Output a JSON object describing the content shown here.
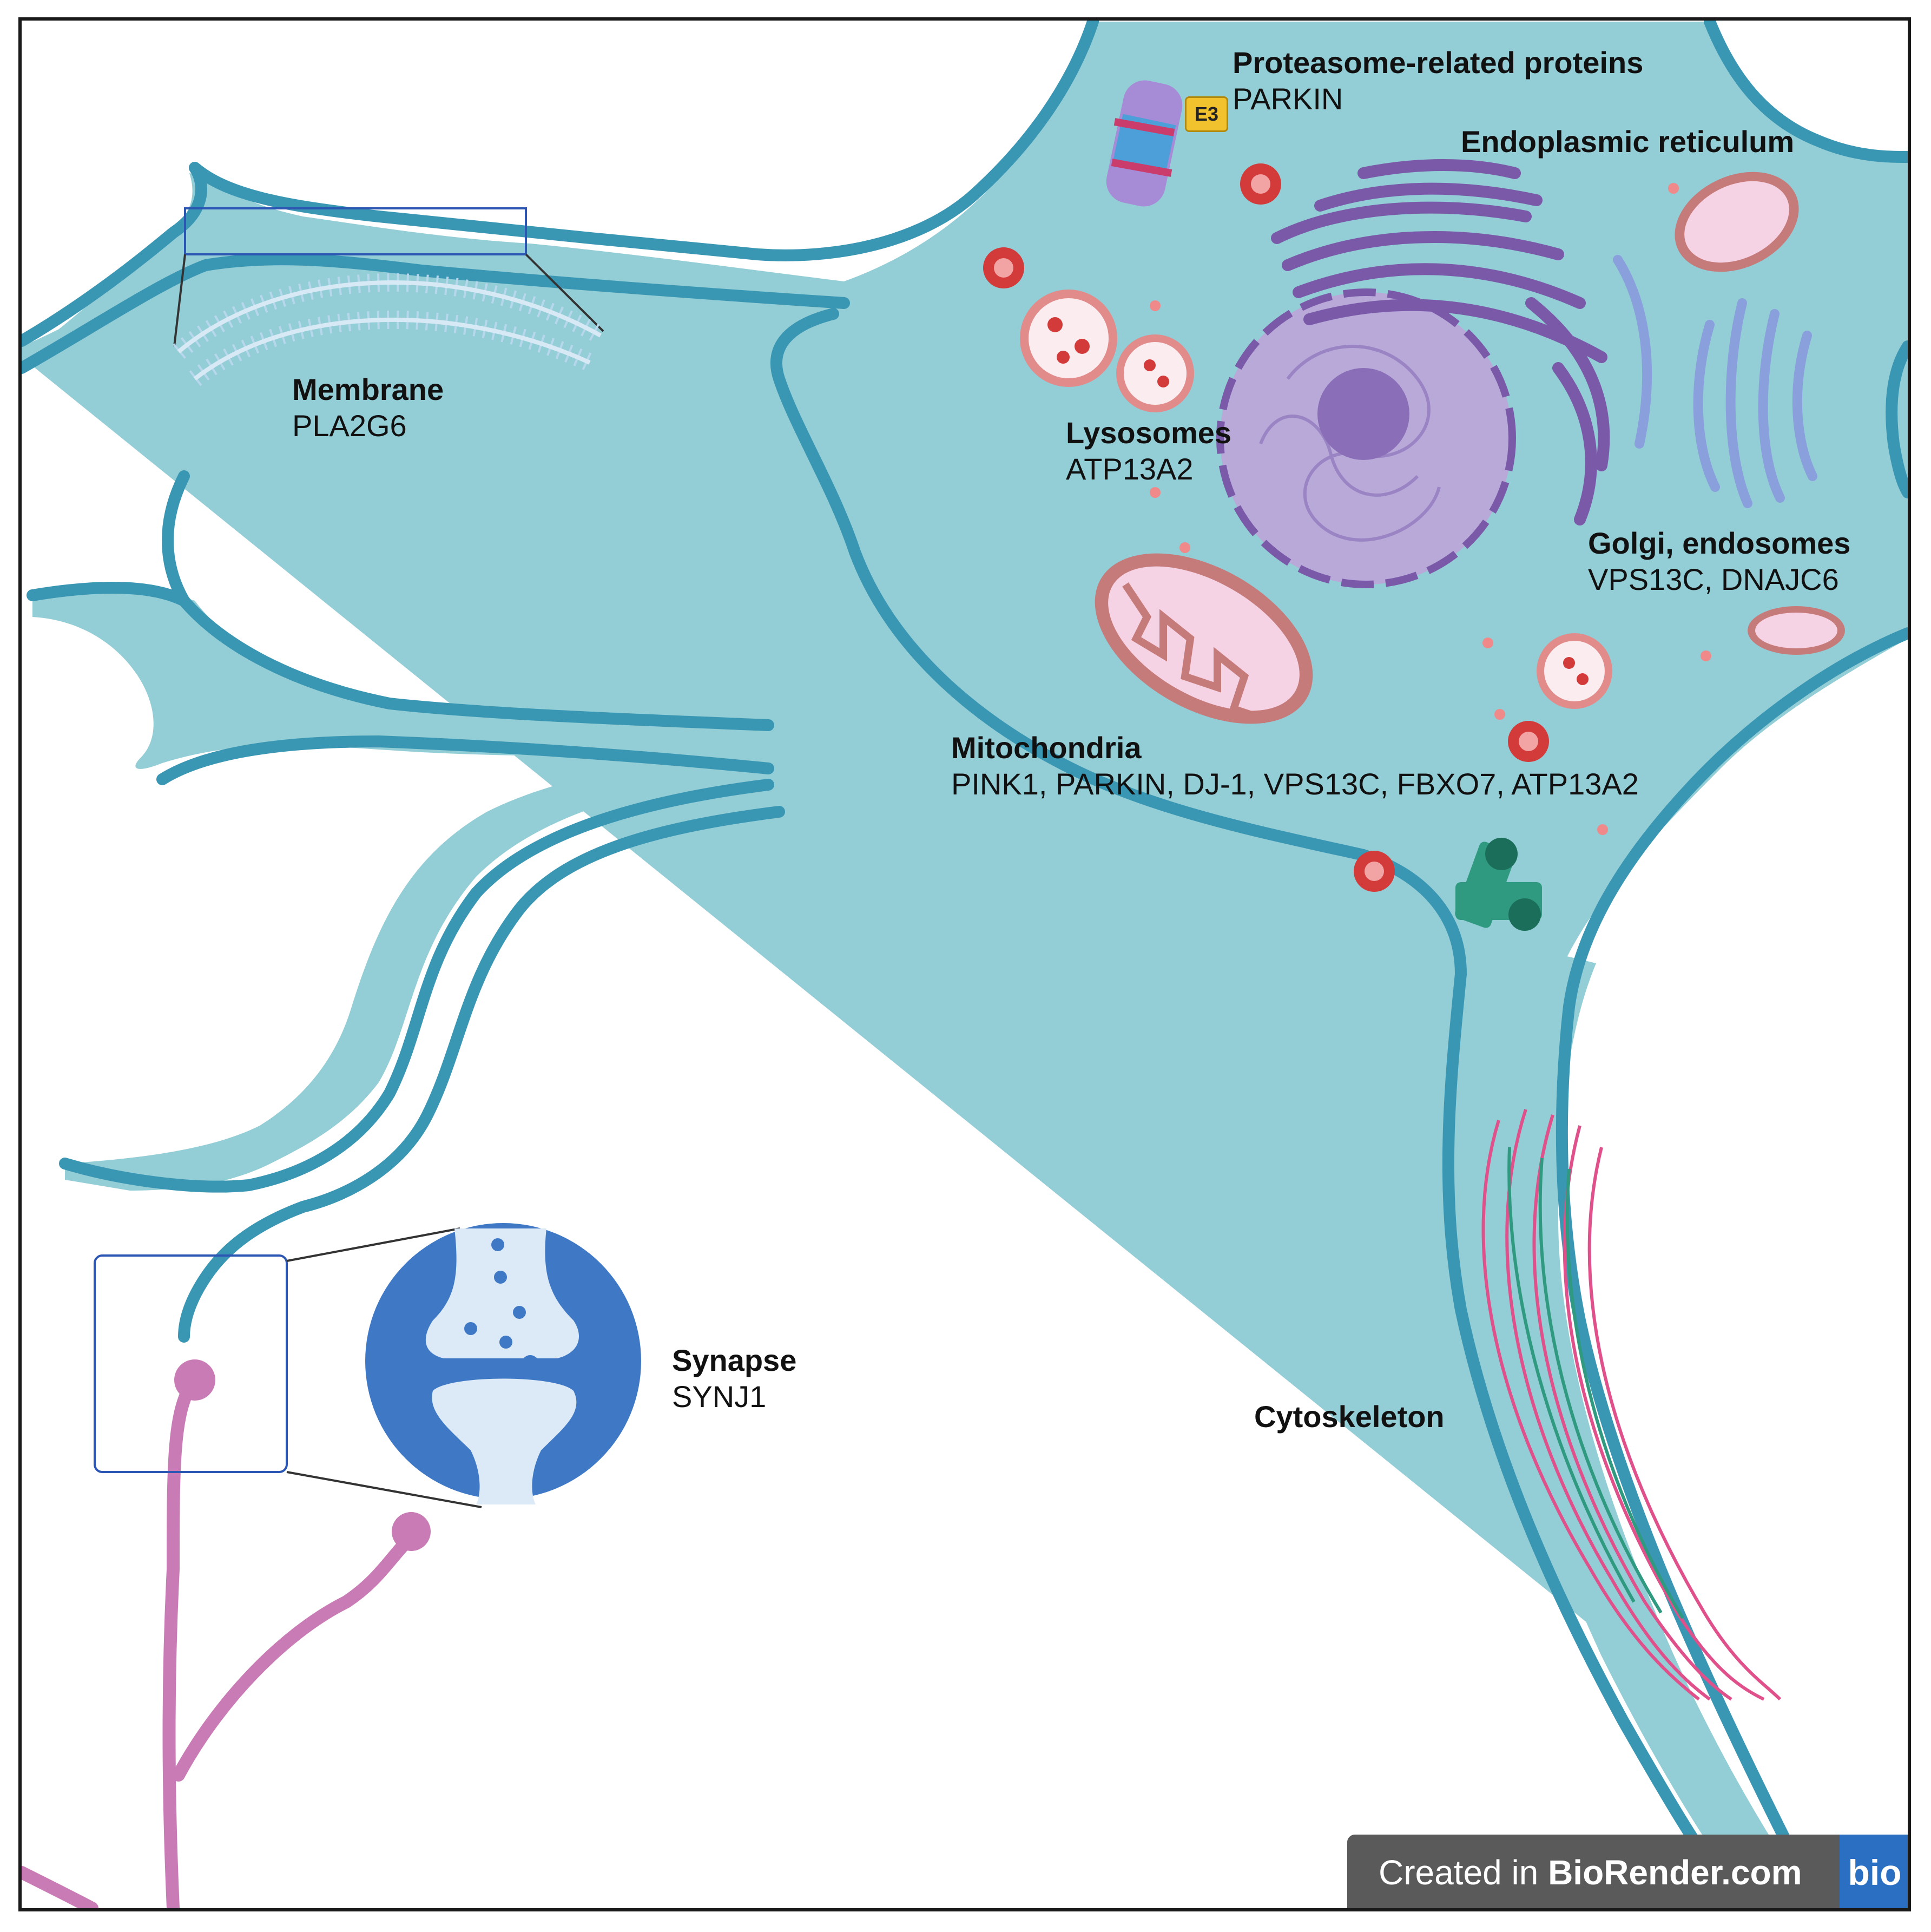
{
  "labels": {
    "proteasome": {
      "title": "Proteasome-related proteins",
      "genes": "PARKIN"
    },
    "er": {
      "title": "Endoplasmic reticulum"
    },
    "membrane": {
      "title": "Membrane",
      "genes": "PLA2G6"
    },
    "lysosomes": {
      "title": "Lysosomes",
      "genes": "ATP13A2"
    },
    "golgi": {
      "title": "Golgi, endosomes",
      "genes": "VPS13C, DNAJC6"
    },
    "mitochondria": {
      "title": "Mitochondria",
      "genes": "PINK1, PARKIN, DJ-1, VPS13C, FBXO7, ATP13A2"
    },
    "synapse": {
      "title": "Synapse",
      "genes": "SYNJ1"
    },
    "cytoskeleton": {
      "title": "Cytoskeleton"
    }
  },
  "e3_tag": "E3",
  "badge": {
    "prefix": "Created in ",
    "brand": "BioRender.com",
    "logo": "bio"
  },
  "colors": {
    "cytoplasm": "#93cdd6",
    "membrane_stroke": "#3a97b3",
    "nucleus": "#b8a9d9",
    "nucleolus": "#8a6fb8",
    "er": "#7a5aa8",
    "golgi": "#8aa0dc",
    "mitochondria": "#c67b7b",
    "lysosome": "#e28b8b",
    "vesicle": "#d33a3a",
    "synapse_circle": "#3f79c6",
    "axon_terminal": "#c97bb5",
    "microtubule": "#2f9a80",
    "actin": "#e0508a",
    "zoom_box": "#2c56b3"
  }
}
